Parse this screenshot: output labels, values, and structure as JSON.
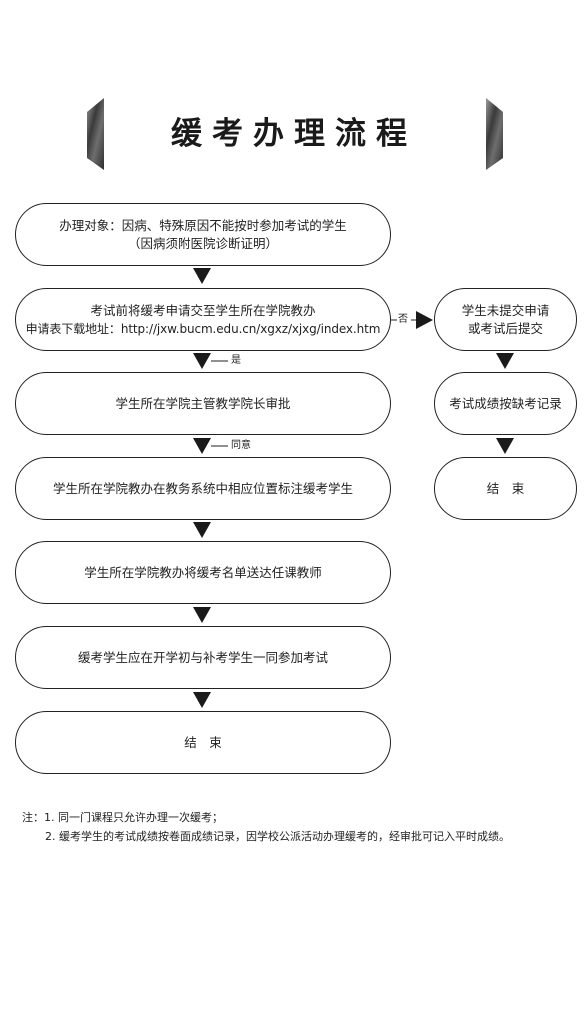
{
  "title": "缓考办理流程",
  "main_flow": [
    {
      "lines": [
        "办理对象：因病、特殊原因不能按时参加考试的学生",
        "（因病须附医院诊断证明）"
      ]
    },
    {
      "lines": [
        "考试前将缓考申请交至学生所在学院教办",
        "申请表下载地址：http://jxw.bucm.edu.cn/xgxz/xjxg/index.htm"
      ]
    },
    {
      "lines": [
        "学生所在学院主管教学院长审批"
      ]
    },
    {
      "lines": [
        "学生所在学院教办在教务系统中相应位置标注缓考学生"
      ]
    },
    {
      "lines": [
        "学生所在学院教办将缓考名单送达任课教师"
      ]
    },
    {
      "lines": [
        "缓考学生应在开学初与补考学生一同参加考试"
      ]
    },
    {
      "lines": [
        "结　束"
      ]
    }
  ],
  "side_flow": [
    {
      "lines": [
        "学生未提交申请",
        "或考试后提交"
      ]
    },
    {
      "lines": [
        "考试成绩按缺考记录"
      ]
    },
    {
      "lines": [
        "结　束"
      ]
    }
  ],
  "labels": {
    "no": "否",
    "yes": "是",
    "agree": "同意"
  },
  "notes": {
    "line1": "注：1. 同一门课程只允许办理一次缓考；",
    "line2": "2. 缓考学生的考试成绩按卷面成绩记录，因学校公派活动办理缓考的，经审批可记入平时成绩。"
  },
  "colors": {
    "line": "#222222",
    "arrow": "#1a1a1a",
    "decor_dark": "#3c3c3c",
    "decor_light": "#8a8a8a"
  }
}
